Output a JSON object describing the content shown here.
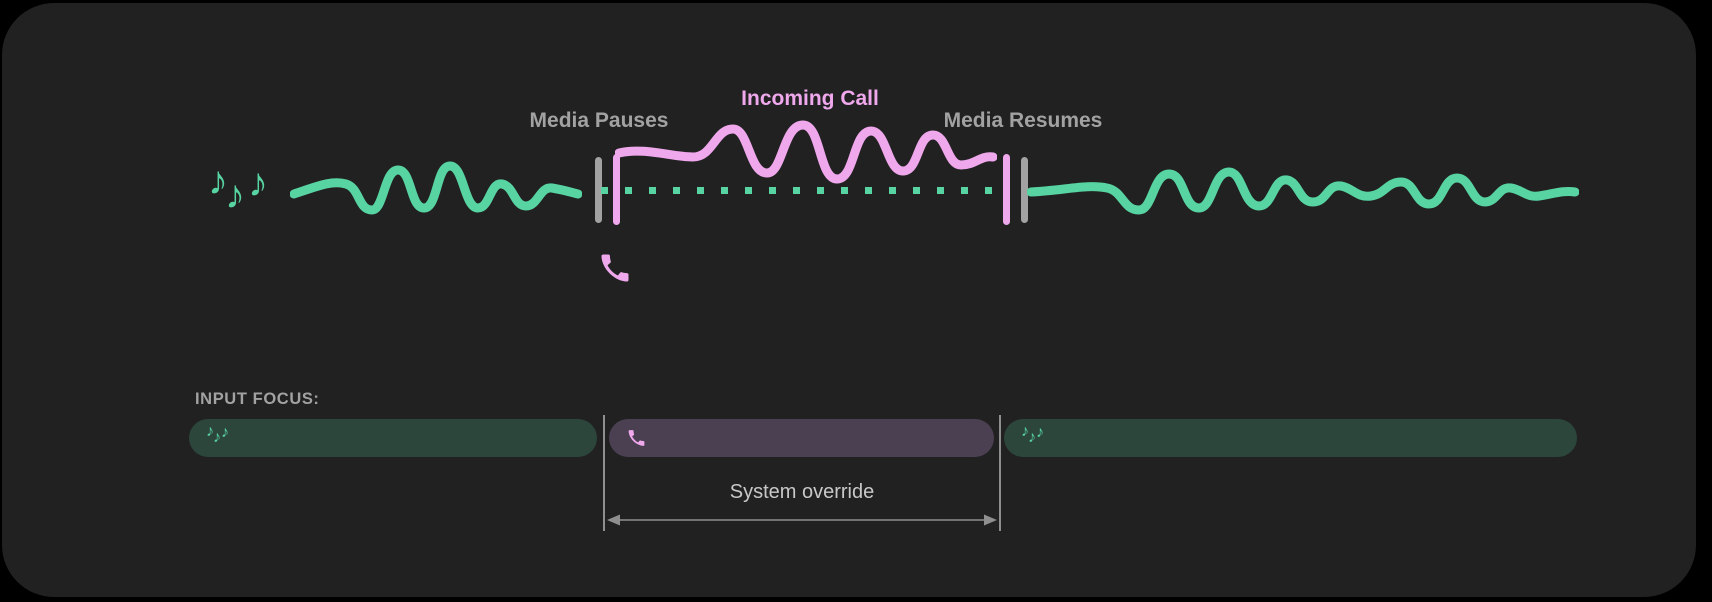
{
  "colors": {
    "bg": "#000000",
    "card": "#212122",
    "green": "#57d4a1",
    "green-dim": "#2c463c",
    "pink": "#f0a8ec",
    "purple-dim": "#4b4052",
    "gray-label": "#a2a2a2",
    "gray-line": "#8f8f8f",
    "text-light": "#c7c9c8"
  },
  "icons": {
    "music_note_glyph": "♪",
    "phone": "material-call-receiver",
    "pause_markers": "double-vertical-bars"
  },
  "timeline": {
    "media_pauses_label": "Media Pauses",
    "incoming_call_label": "Incoming Call",
    "media_resumes_label": "Media Resumes",
    "playing_waveform_color": "#57d4a1",
    "call_waveform_color": "#f0a8ec",
    "paused_media_style": "dotted-line"
  },
  "input_focus": {
    "heading": "INPUT FOCUS:",
    "override_label": "System override",
    "segments": [
      {
        "name": "media-before-call",
        "icon": "music-notes",
        "color": "#2c463c"
      },
      {
        "name": "incoming-call",
        "icon": "phone",
        "color": "#4b4052"
      },
      {
        "name": "media-after-call",
        "icon": "music-notes",
        "color": "#2c463c"
      }
    ]
  }
}
